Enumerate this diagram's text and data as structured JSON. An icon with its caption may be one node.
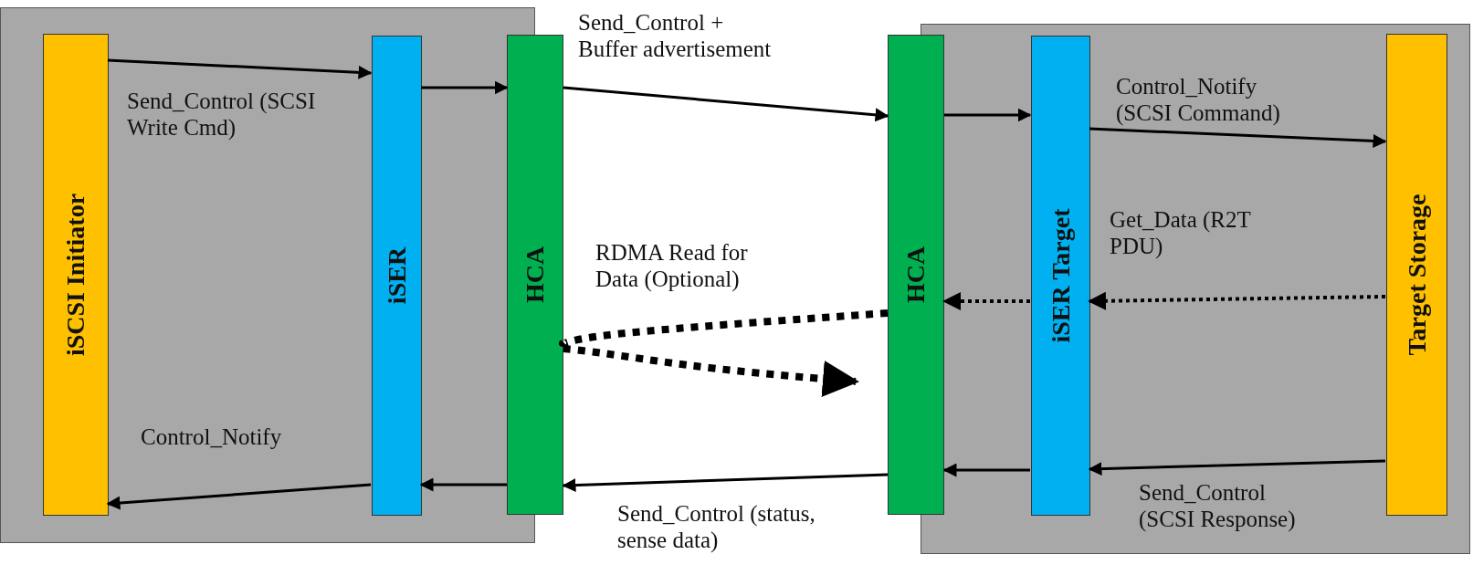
{
  "diagram": {
    "nodes": [
      {
        "text": [],
        "shape": "box"
      },
      {
        "text": [
          "iSCSI Initiator"
        ],
        "in": 0
      },
      {
        "text": [
          "iSER"
        ],
        "in": 0
      },
      {
        "text": [
          "HCA"
        ]
      },
      {
        "text": [
          "HCA"
        ]
      },
      {
        "text": [],
        "shape": "box"
      },
      {
        "text": [
          "iSER Target"
        ],
        "in": 5
      },
      {
        "text": [
          "Target Storage"
        ],
        "in": 5
      }
    ],
    "edges": [
      {
        "from": 1,
        "to": 2,
        "arrow": "to",
        "label": "Send_Control (SCSI Write Cmd)"
      },
      {
        "from": 2,
        "to": 3,
        "arrow": "to"
      },
      {
        "from": 3,
        "to": 4,
        "arrow": "to",
        "label": "Send_Control + Buffer advertisement"
      },
      {
        "from": 4,
        "to": 6,
        "arrow": "to"
      },
      {
        "from": 6,
        "to": 7,
        "arrow": "to",
        "label": "Control_Notify (SCSI Command)"
      },
      {
        "from": 7,
        "to": 6,
        "arrow": "to",
        "style": "dashed",
        "label": "Get_Data (R2T PDU)"
      },
      {
        "from": 6,
        "to": 4,
        "arrow": "to",
        "style": "dashed"
      },
      {
        "from": 4,
        "to": 3,
        "arrow": "none",
        "style": "dashed",
        "label": "RDMA Read for Data (Optional)"
      },
      {
        "from": 3,
        "to": 4,
        "arrow": "to",
        "style": "dashed"
      },
      {
        "from": 7,
        "to": 6,
        "arrow": "to",
        "label": "Send_Control (SCSI Response)"
      },
      {
        "from": 6,
        "to": 4,
        "arrow": "to"
      },
      {
        "from": 4,
        "to": 3,
        "arrow": "to",
        "label": "Send_Control (status, sense data)"
      },
      {
        "from": 3,
        "to": 2,
        "arrow": "to"
      },
      {
        "from": 2,
        "to": 1,
        "arrow": "to",
        "label": "Control_Notify"
      }
    ]
  }
}
